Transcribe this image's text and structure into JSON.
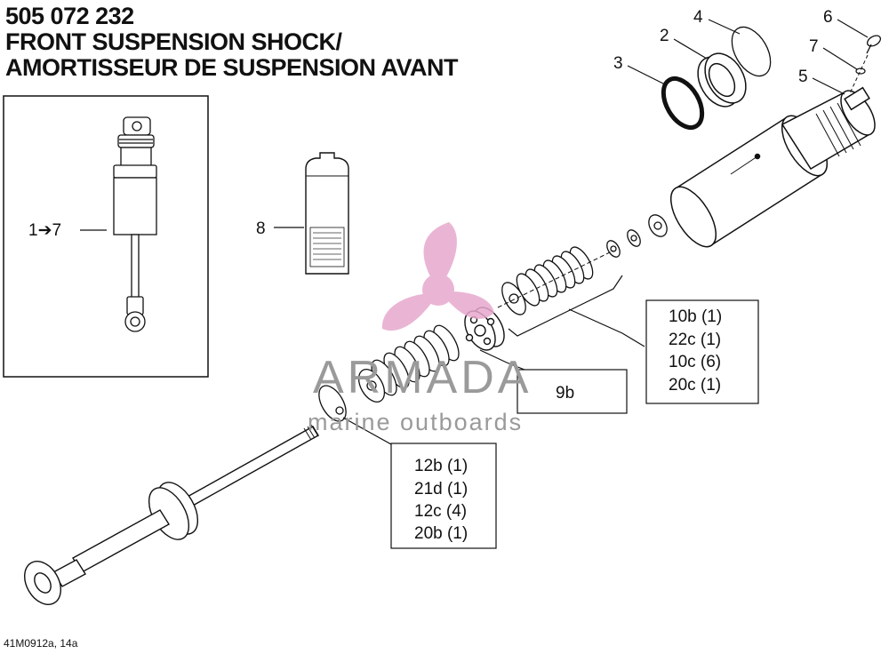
{
  "title": {
    "line1": "505 072 232",
    "line2": "FRONT SUSPENSION SHOCK/",
    "line3": "AMORTISSEUR DE SUSPENSION AVANT"
  },
  "callouts": {
    "c1": "1➔7",
    "c2": "2",
    "c3": "3",
    "c4": "4",
    "c5": "5",
    "c6": "6",
    "c7": "7",
    "c8": "8",
    "c9b": "9b"
  },
  "box_upper": [
    "10b (1)",
    "22c (1)",
    "10c (6)",
    "20c (1)"
  ],
  "box_lower": [
    "12b (1)",
    "21d (1)",
    "12c (4)",
    "20b (1)"
  ],
  "watermark": {
    "brand": "ARMADA",
    "tagline": "marine outboards",
    "color": "#e7a9cd"
  },
  "reference": "41M0912a, 14a"
}
